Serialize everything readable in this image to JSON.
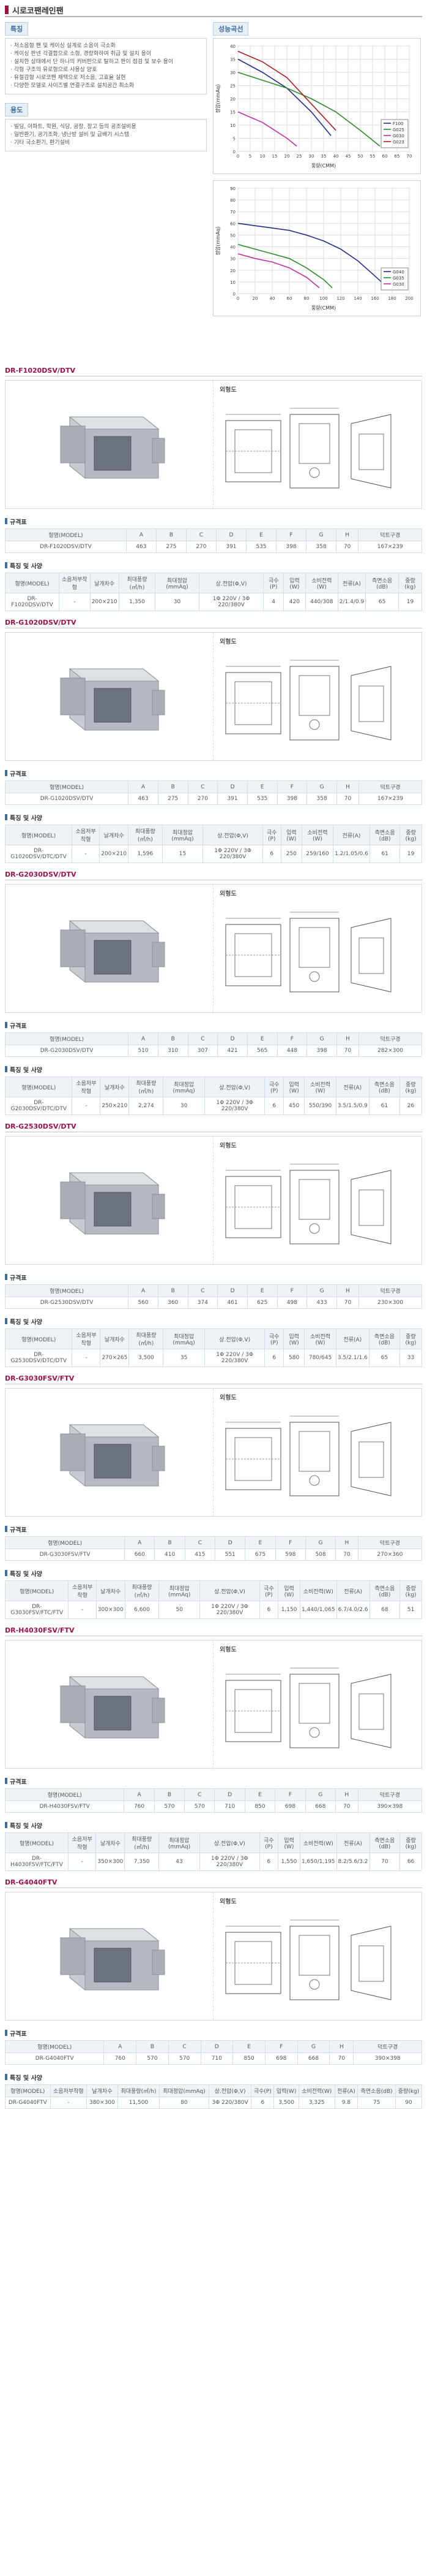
{
  "page": {
    "title": "시로코팬레인팬"
  },
  "features": {
    "heading": "특징",
    "items": [
      "· 저소음형 팬 및 케이싱 설계로 소음이 극소화",
      "· 케이싱 판넨 각결합으로 소형, 경량화하여 취급 및 설치 용이",
      "· 설치한 상태에서 단 하나의 커버판으로 탈하고 판이 점검 및 보수 용이",
      "· 각형 구조의 유로형으로 사용상 양호",
      "· 유절감형 시로코팬 채택으로 저소음, 고효율 실현",
      "· 다양한 모델로 사이즈별 연결구조로 설치공간 최소화"
    ]
  },
  "usage": {
    "heading": "용도",
    "items": [
      "· 빌딩, 아파트, 학원, 식당, 공장, 창고 등의 공조설비용",
      "· 일반환기, 공기조화, 냉난방 설비 및 급배기 시스템",
      "· 기타 국소환기, 환기설비"
    ]
  },
  "performance_heading": "성능곡선",
  "chart_data": [
    {
      "type": "line",
      "title": "",
      "xlabel": "풍량(CMM)",
      "ylabel": "정압(mmAq)",
      "xlim": [
        0,
        70
      ],
      "ylim": [
        0,
        40
      ],
      "xticks": [
        0,
        5,
        10,
        15,
        20,
        25,
        30,
        35,
        40,
        45,
        50,
        55,
        60,
        65,
        70
      ],
      "yticks": [
        0,
        5,
        10,
        15,
        20,
        25,
        30,
        35,
        40
      ],
      "grid": true,
      "legend": "bottom-right",
      "series": [
        {
          "name": "F100",
          "color": "#1f2d8a",
          "x": [
            0,
            10,
            20,
            30,
            38
          ],
          "y": [
            35,
            30,
            24,
            15,
            6
          ]
        },
        {
          "name": "G025",
          "color": "#2a8a2a",
          "x": [
            0,
            10,
            20,
            30,
            40,
            50,
            58
          ],
          "y": [
            30,
            27,
            24,
            20,
            15,
            8,
            2
          ]
        },
        {
          "name": "G030",
          "color": "#c22d9e",
          "x": [
            0,
            5,
            10,
            15,
            20,
            24
          ],
          "y": [
            15,
            13,
            11,
            8,
            5,
            2
          ]
        },
        {
          "name": "G023",
          "color": "#b01c1c",
          "x": [
            0,
            10,
            20,
            30,
            40
          ],
          "y": [
            38,
            34,
            28,
            18,
            8
          ]
        }
      ]
    },
    {
      "type": "line",
      "title": "",
      "xlabel": "풍량(CMM)",
      "ylabel": "정압(mmAq)",
      "xlim": [
        0,
        200
      ],
      "ylim": [
        0,
        90
      ],
      "xticks": [
        0,
        20,
        40,
        60,
        80,
        100,
        120,
        140,
        160,
        180,
        200
      ],
      "yticks": [
        0,
        10,
        20,
        30,
        40,
        50,
        60,
        70,
        80,
        90
      ],
      "grid": true,
      "legend": "bottom-right",
      "series": [
        {
          "name": "G040",
          "color": "#1f2d8a",
          "x": [
            0,
            20,
            40,
            60,
            80,
            100,
            120,
            140,
            160,
            175
          ],
          "y": [
            60,
            58,
            56,
            54,
            50,
            45,
            38,
            28,
            15,
            5
          ]
        },
        {
          "name": "G035",
          "color": "#2a8a2a",
          "x": [
            0,
            20,
            40,
            60,
            80,
            100,
            110
          ],
          "y": [
            42,
            38,
            34,
            30,
            22,
            12,
            5
          ]
        },
        {
          "name": "G030",
          "color": "#c22d9e",
          "x": [
            0,
            20,
            40,
            60,
            80,
            95
          ],
          "y": [
            34,
            30,
            27,
            22,
            14,
            5
          ]
        }
      ]
    }
  ],
  "labels": {
    "drawing": "외형도",
    "size_table": "규격표",
    "spec_table": "특징 및 사양"
  },
  "size_headers": [
    "형명(MODEL)",
    "A",
    "B",
    "C",
    "D",
    "E",
    "F",
    "G",
    "H",
    "덕트구경"
  ],
  "spec_headers": [
    "형명(MODEL)",
    "소음저부착형",
    "날개차수",
    "최대풍량(㎥/h)",
    "최대정압(mmAq)",
    "상.전압(Φ,V)",
    "극수(P)",
    "입력(W)",
    "소비전력(W)",
    "전류(A)",
    "측면소음(dB)",
    "중량(kg)"
  ],
  "models": [
    {
      "name": "DR-F1020DSV/DTV",
      "size_row": [
        "DR-F1020DSV/DTV",
        "463",
        "275",
        "270",
        "391",
        "535",
        "398",
        "358",
        "70",
        "167×239"
      ],
      "spec_row": [
        "DR-F1020DSV/DTV",
        "-",
        "200×210",
        "1,350",
        "30",
        "1Φ 220V / 3Φ 220/380V",
        "4",
        "420",
        "440/308",
        "2/1.4/0.9",
        "65",
        "19"
      ]
    },
    {
      "name": "DR-G1020DSV/DTV",
      "size_row": [
        "DR-G1020DSV/DTV",
        "463",
        "275",
        "270",
        "391",
        "535",
        "398",
        "358",
        "70",
        "167×239"
      ],
      "spec_row": [
        "DR-G1020DSV/DTC/DTV",
        "-",
        "200×210",
        "1,596",
        "15",
        "1Φ 220V / 3Φ 220/380V",
        "6",
        "250",
        "259/160",
        "1.2/1.05/0.6",
        "61",
        "19"
      ]
    },
    {
      "name": "DR-G2030DSV/DTV",
      "size_row": [
        "DR-G2030DSV/DTV",
        "510",
        "310",
        "307",
        "421",
        "565",
        "448",
        "398",
        "70",
        "282×300"
      ],
      "spec_row": [
        "DR-G2030DSV/DTC/DTV",
        "-",
        "250×210",
        "2,274",
        "30",
        "1Φ 220V / 3Φ 220/380V",
        "6",
        "450",
        "550/390",
        "3.5/1.5/0.9",
        "61",
        "26"
      ]
    },
    {
      "name": "DR-G2530DSV/DTV",
      "size_row": [
        "DR-G2530DSV/DTV",
        "560",
        "360",
        "374",
        "461",
        "625",
        "498",
        "433",
        "70",
        "230×300"
      ],
      "spec_row": [
        "DR-G2530DSV/DTC/DTV",
        "-",
        "270×265",
        "3,500",
        "35",
        "1Φ 220V / 3Φ 220/380V",
        "6",
        "580",
        "780/645",
        "3.5/2.1/1.6",
        "65",
        "33"
      ]
    },
    {
      "name": "DR-G3030FSV/FTV",
      "size_row": [
        "DR-G3030FSV/FTV",
        "660",
        "410",
        "415",
        "551",
        "675",
        "598",
        "508",
        "70",
        "270×360"
      ],
      "spec_row": [
        "DR-G3030FSV/FTC/FTV",
        "-",
        "300×300",
        "6,600",
        "50",
        "1Φ 220V / 3Φ 220/380V",
        "6",
        "1,150",
        "1,440/1,065",
        "6.7/4.0/2.6",
        "68",
        "51"
      ]
    },
    {
      "name": "DR-H4030FSV/FTV",
      "size_row": [
        "DR-H4030FSV/FTV",
        "760",
        "570",
        "570",
        "710",
        "850",
        "698",
        "668",
        "70",
        "390×398"
      ],
      "spec_row": [
        "DR-H4030FSV/FTC/FTV",
        "-",
        "350×300",
        "7,350",
        "43",
        "1Φ 220V / 3Φ 220/380V",
        "6",
        "1,550",
        "1,650/1,195",
        "8.2/5.6/3.2",
        "70",
        "66"
      ]
    },
    {
      "name": "DR-G4040FTV",
      "size_row": [
        "DR-G4040FTV",
        "760",
        "570",
        "570",
        "710",
        "850",
        "698",
        "668",
        "70",
        "390×398"
      ],
      "spec_row": [
        "DR-G4040FTV",
        "-",
        "380×300",
        "11,500",
        "80",
        "3Φ 220/380V",
        "6",
        "3,500",
        "3,325",
        "9.8",
        "75",
        "90"
      ]
    }
  ],
  "colors": {
    "accent": "#a0104a",
    "header_bg": "#eef3f8",
    "box_head": "#3b6ea3"
  }
}
